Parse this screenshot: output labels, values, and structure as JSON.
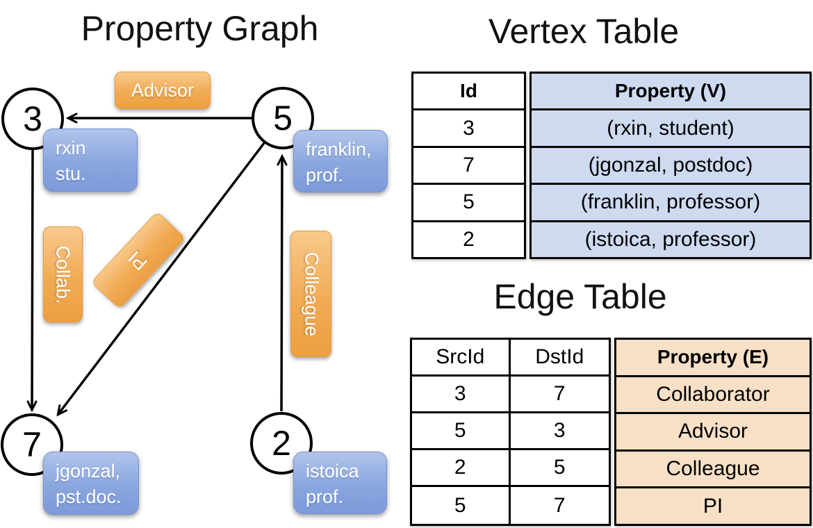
{
  "graph": {
    "title": "Property Graph",
    "nodes": {
      "n3": {
        "id": "3",
        "line1": "rxin",
        "line2": "stu."
      },
      "n5": {
        "id": "5",
        "line1": "franklin,",
        "line2": "prof."
      },
      "n7": {
        "id": "7",
        "line1": "jgonzal,",
        "line2": "pst.doc."
      },
      "n2": {
        "id": "2",
        "line1": "istoica",
        "line2": "prof."
      }
    },
    "edges": {
      "advisor": {
        "label": "Advisor",
        "from": "5",
        "to": "3"
      },
      "collab": {
        "label": "Collab.",
        "from": "3",
        "to": "7"
      },
      "pi": {
        "label": "PI",
        "from": "5",
        "to": "7"
      },
      "colleague": {
        "label": "Colleague",
        "from": "2",
        "to": "5"
      }
    }
  },
  "vertex_table": {
    "title": "Vertex Table",
    "header": {
      "id": "Id",
      "property": "Property (V)"
    },
    "rows": [
      {
        "id": "3",
        "property": "(rxin, student)"
      },
      {
        "id": "7",
        "property": "(jgonzal, postdoc)"
      },
      {
        "id": "5",
        "property": "(franklin, professor)"
      },
      {
        "id": "2",
        "property": "(istoica, professor)"
      }
    ]
  },
  "edge_table": {
    "title": "Edge Table",
    "header": {
      "src": "SrcId",
      "dst": "DstId",
      "property": "Property (E)"
    },
    "rows": [
      {
        "src": "3",
        "dst": "7",
        "property": "Collaborator"
      },
      {
        "src": "5",
        "dst": "3",
        "property": "Advisor"
      },
      {
        "src": "2",
        "dst": "5",
        "property": "Colleague"
      },
      {
        "src": "5",
        "dst": "7",
        "property": "PI"
      }
    ]
  },
  "colors": {
    "edge_label_orange": "#F0A74F",
    "vertex_property_blue": "#8AA6DE",
    "vertex_table_fill": "#CEDAF0",
    "edge_table_fill": "#F7E0C6",
    "line_black": "#000000"
  }
}
